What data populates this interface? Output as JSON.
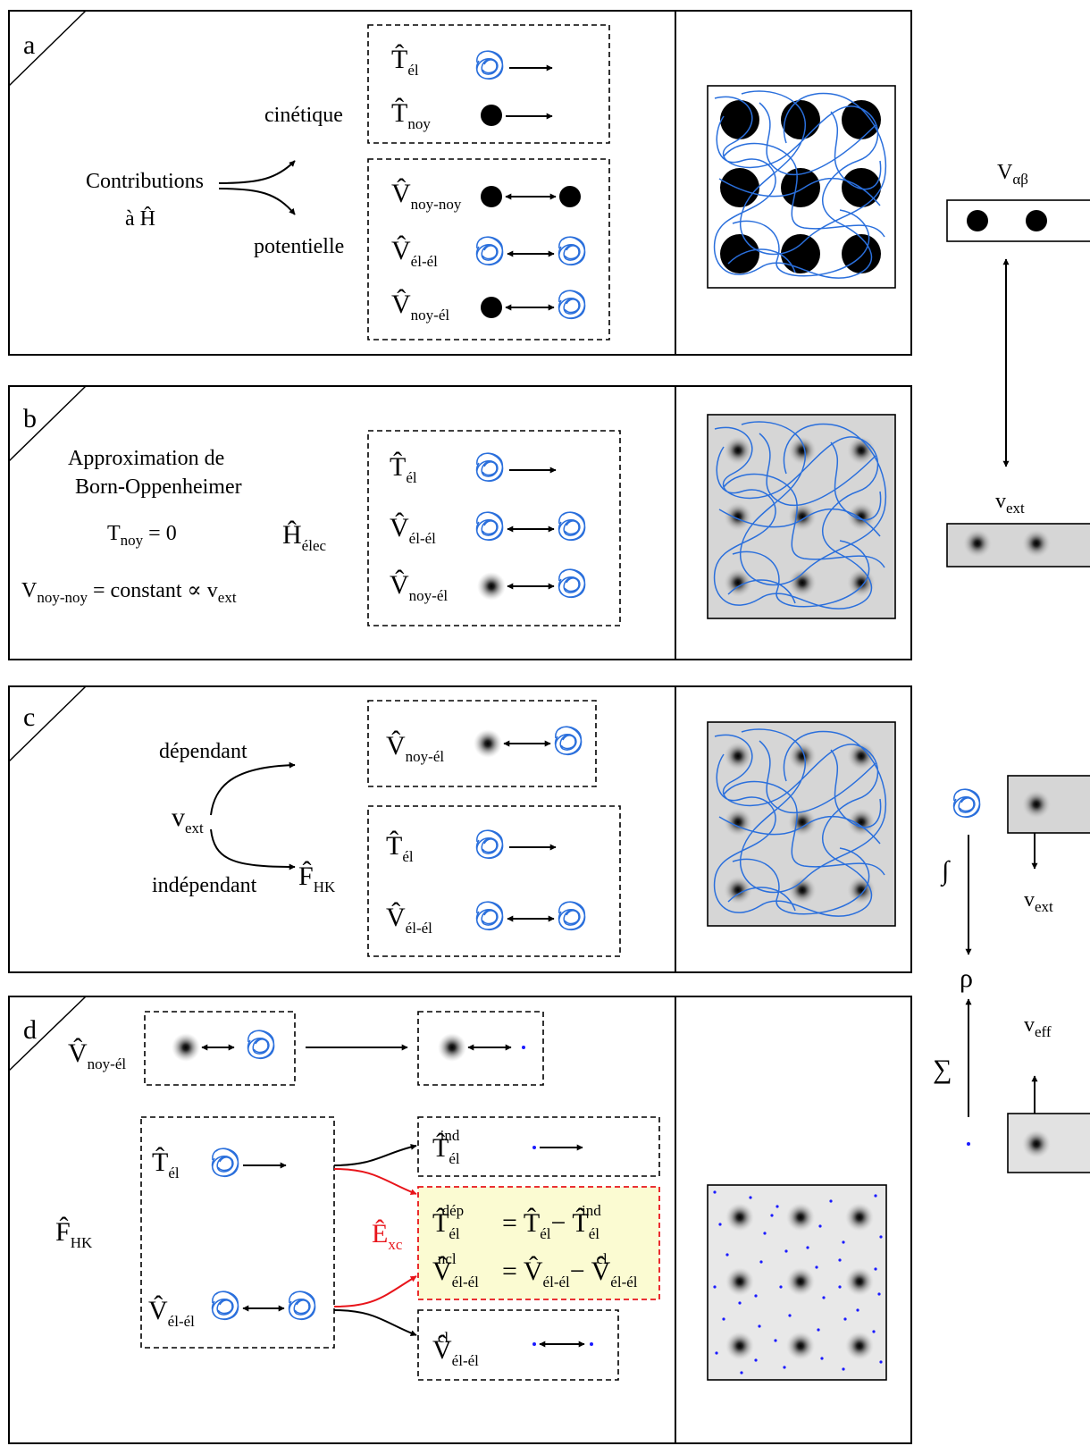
{
  "panels": {
    "a": {
      "letter": "a",
      "contributions": "Contributions",
      "a_h": "à Ĥ",
      "kinetic": "cinétique",
      "potential": "potentielle",
      "T_el": [
        "T̂",
        "él"
      ],
      "T_noy": [
        "T̂",
        "noy"
      ],
      "V_noy_noy": [
        "V̂",
        "noy-noy"
      ],
      "V_el_el": [
        "V̂",
        "él-él"
      ],
      "V_noy_el": [
        "V̂",
        "noy-él"
      ]
    },
    "b": {
      "letter": "b",
      "approx_line1": "Approximation de",
      "approx_line2": "Born-Oppenheimer",
      "T_noy_zero": [
        "T",
        "noy",
        " = 0"
      ],
      "V_noy_noy_const": [
        "V",
        "noy-noy",
        " = constant ∝ v",
        "ext"
      ],
      "H_elec": [
        "Ĥ",
        "élec"
      ],
      "T_el": [
        "T̂",
        "él"
      ],
      "V_el_el": [
        "V̂",
        "él-él"
      ],
      "V_noy_el": [
        "V̂",
        "noy-él"
      ]
    },
    "c": {
      "letter": "c",
      "dependent": "dépendant",
      "independent": "indépendant",
      "v_ext": [
        "v",
        "ext"
      ],
      "F_HK": [
        "F̂",
        "HK"
      ],
      "V_noy_el": [
        "V̂",
        "noy-él"
      ],
      "T_el": [
        "T̂",
        "él"
      ],
      "V_el_el": [
        "V̂",
        "él-él"
      ]
    },
    "d": {
      "letter": "d",
      "V_noy_el": [
        "V̂",
        "noy-él"
      ],
      "F_HK": [
        "F̂",
        "HK"
      ],
      "T_el": [
        "T̂",
        "él"
      ],
      "V_el_el": [
        "V̂",
        "él-él"
      ],
      "T_ind": [
        "T̂",
        "él",
        "ind"
      ],
      "T_dep_eq": [
        "T̂",
        "él",
        "dép",
        "= T̂",
        "él",
        "− T̂",
        "él",
        "ind"
      ],
      "V_ncl_eq": [
        "V̂",
        "él-él",
        "ncl",
        "= V̂",
        "él-él",
        "− V̂",
        "él-él",
        "cl"
      ],
      "V_cl": [
        "V̂",
        "él-él",
        "cl"
      ],
      "E_xc": [
        "Ê",
        "xc"
      ]
    }
  },
  "side": {
    "V_ab": [
      "V",
      "αβ"
    ],
    "v_ext_1": [
      "v",
      "ext"
    ],
    "v_ext_2": [
      "v",
      "ext"
    ],
    "integral": "∫",
    "rho": "ρ",
    "sigma": "∑",
    "v_eff": [
      "v",
      "eff"
    ]
  },
  "colors": {
    "electron": "#2a6fdc",
    "exc_red": "#e8141a",
    "exc_box_fill": "#fbfbd2",
    "grid_fill": "#d6d6d6"
  }
}
